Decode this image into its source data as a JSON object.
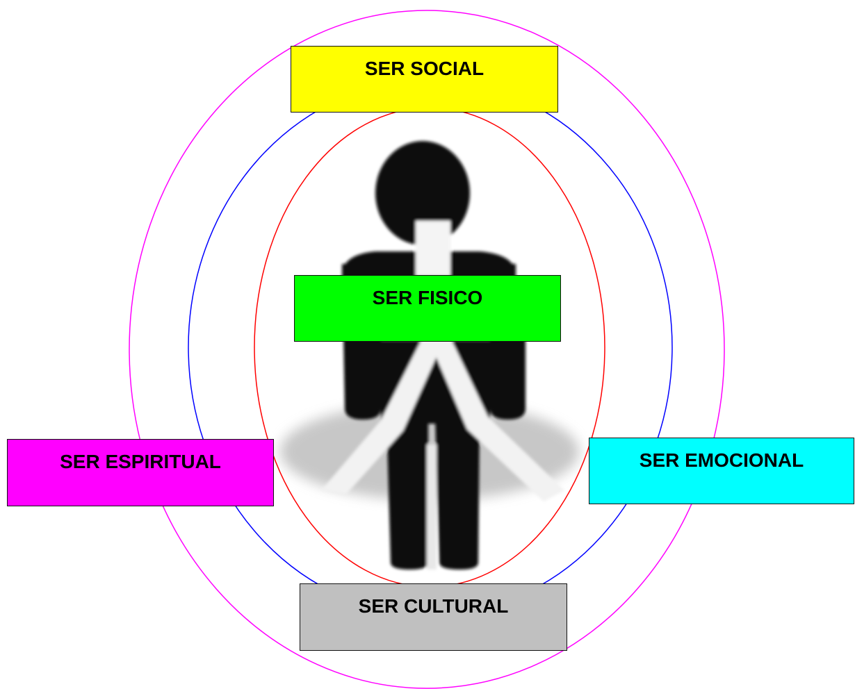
{
  "diagram": {
    "nodes": [
      {
        "id": "social",
        "label": "SER SOCIAL",
        "color": "#ffff00"
      },
      {
        "id": "fisico",
        "label": "SER FISICO",
        "color": "#00ff00"
      },
      {
        "id": "espiritual",
        "label": "SER ESPIRITUAL",
        "color": "#ff00ff"
      },
      {
        "id": "emocional",
        "label": "SER EMOCIONAL",
        "color": "#00ffff"
      },
      {
        "id": "cultural",
        "label": "SER CULTURAL",
        "color": "#c0c0c0"
      }
    ],
    "rings": [
      {
        "id": "outer-ring",
        "color": "#ff00ff"
      },
      {
        "id": "middle-ring",
        "color": "#0000ff"
      },
      {
        "id": "inner-ring",
        "color": "#ff0000"
      }
    ],
    "figure_icon": "person-with-ribbon-icon"
  }
}
